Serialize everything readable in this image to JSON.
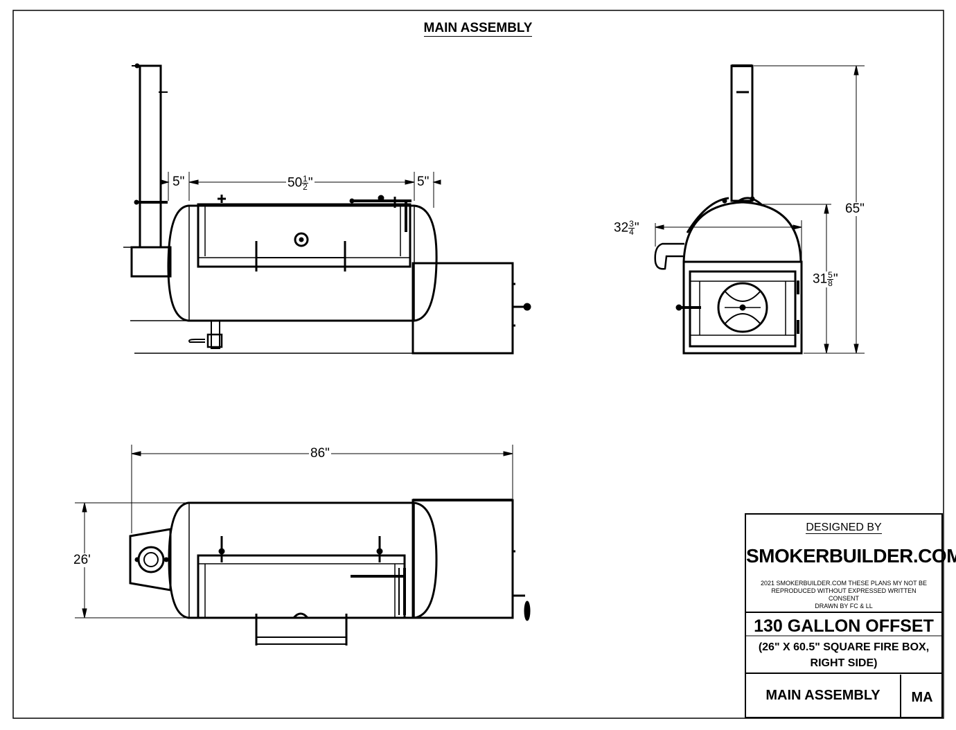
{
  "title": "MAIN ASSEMBLY",
  "dimensions": {
    "side_left_gap": "5\"",
    "side_length_whole": "50",
    "side_length_num": "1",
    "side_length_den": "2",
    "side_length_unit": "\"",
    "side_right_gap": "5\"",
    "end_cap_whole": "32",
    "end_cap_num": "3",
    "end_cap_den": "4",
    "end_cap_unit": "\"",
    "end_total_height": "65\"",
    "end_body_whole": "31",
    "end_body_num": "5",
    "end_body_den": "8",
    "end_body_unit": "\"",
    "top_overall_length": "86\"",
    "top_width": "26'"
  },
  "title_block": {
    "designed_by": "DESIGNED BY",
    "company": "SMOKERBUILDER.COM",
    "note_line1": "2021 SMOKERBUILDER.COM THESE PLANS MY NOT BE",
    "note_line2": "REPRODUCED WITHOUT EXPRESSED WRITTEN CONSENT",
    "note_line3": "DRAWN BY FC & LL",
    "plan_title": "130 GALLON OFFSET",
    "plan_sub_line1": "(26\" X 60.5\" SQUARE FIRE BOX,",
    "plan_sub_line2": "RIGHT SIDE)",
    "sheet_name": "MAIN ASSEMBLY",
    "sheet_code": "MA"
  }
}
